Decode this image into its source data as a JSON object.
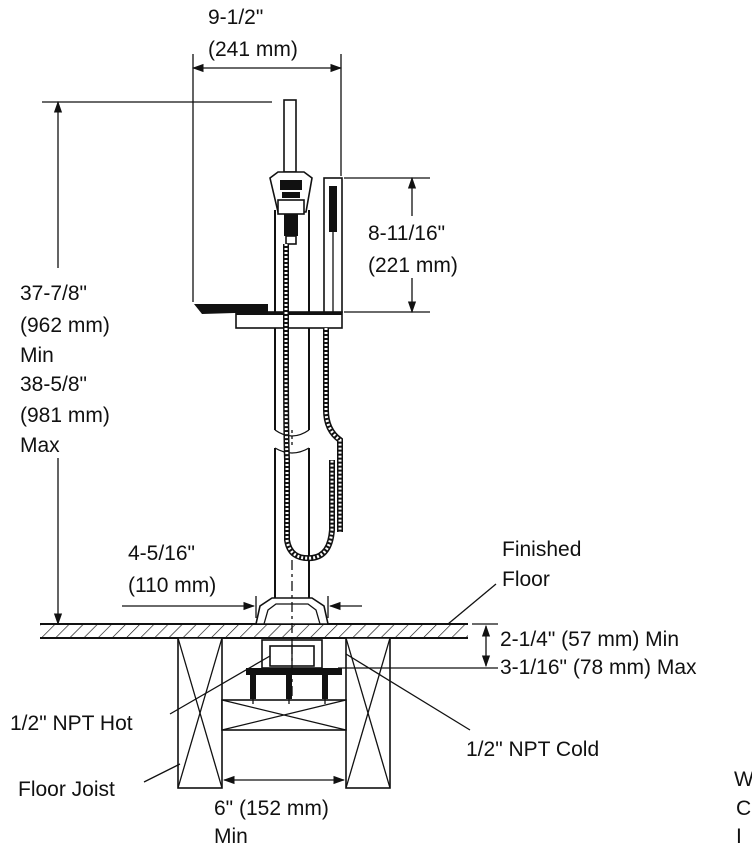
{
  "dimensions": {
    "top_width": {
      "imperial": "9-1/2\"",
      "metric": "(241 mm)"
    },
    "height": {
      "min_imperial": "37-7/8\"",
      "min_metric": "(962 mm)",
      "min_label": "Min",
      "max_imperial": "38-5/8\"",
      "max_metric": "(981 mm)",
      "max_label": "Max"
    },
    "handshower": {
      "imperial": "8-11/16\"",
      "metric": "(221 mm)"
    },
    "base": {
      "imperial": "4-5/16\"",
      "metric": "(110 mm)"
    },
    "depth": {
      "min": "2-1/4\" (57 mm) Min",
      "max": "3-1/16\" (78 mm) Max"
    },
    "joist_spacing": {
      "value": "6\" (152 mm)",
      "label": "Min"
    }
  },
  "callouts": {
    "finished_floor_line1": "Finished",
    "finished_floor_line2": "Floor",
    "hot": "1/2\" NPT Hot",
    "cold": "1/2\" NPT Cold",
    "floor_joist": "Floor Joist"
  },
  "edge_fragments": {
    "line1": "W",
    "line2": "C",
    "line3": "I"
  }
}
